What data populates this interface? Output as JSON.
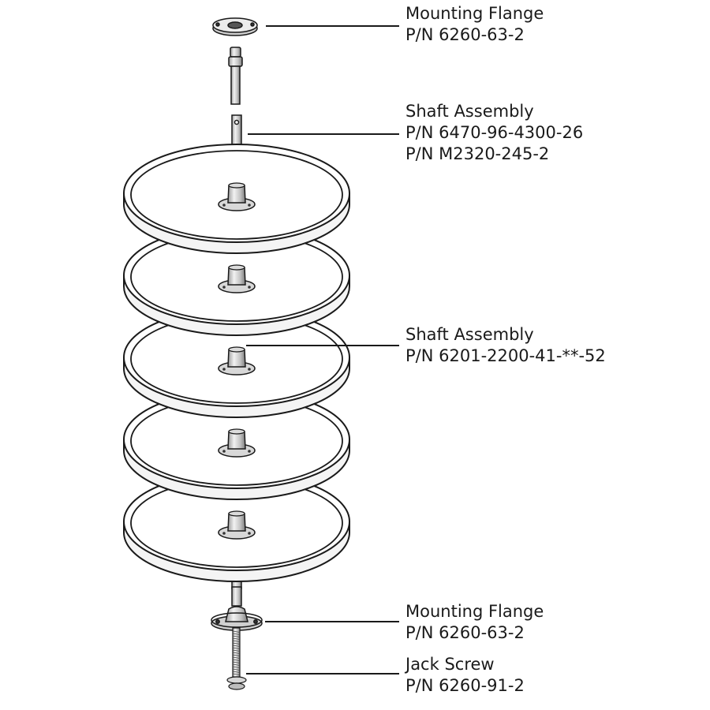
{
  "callouts": [
    {
      "title": "Mounting Flange",
      "part_numbers": [
        "P/N 6260-63-2"
      ]
    },
    {
      "title": "Shaft Assembly",
      "part_numbers": [
        "P/N 6470-96-4300-26",
        "P/N M2320-245-2"
      ]
    },
    {
      "title": "Shaft Assembly",
      "part_numbers": [
        "P/N 6201-2200-41-**-52"
      ]
    },
    {
      "title": "Mounting Flange",
      "part_numbers": [
        "P/N 6260-63-2"
      ]
    },
    {
      "title": "Jack Screw",
      "part_numbers": [
        "P/N 6260-91-2"
      ]
    }
  ],
  "shelf_count": 5,
  "colors": {
    "stroke": "#1a1a1a",
    "shelf_fill": "#ffffff",
    "hardware_fill": "#d8d8d8"
  }
}
